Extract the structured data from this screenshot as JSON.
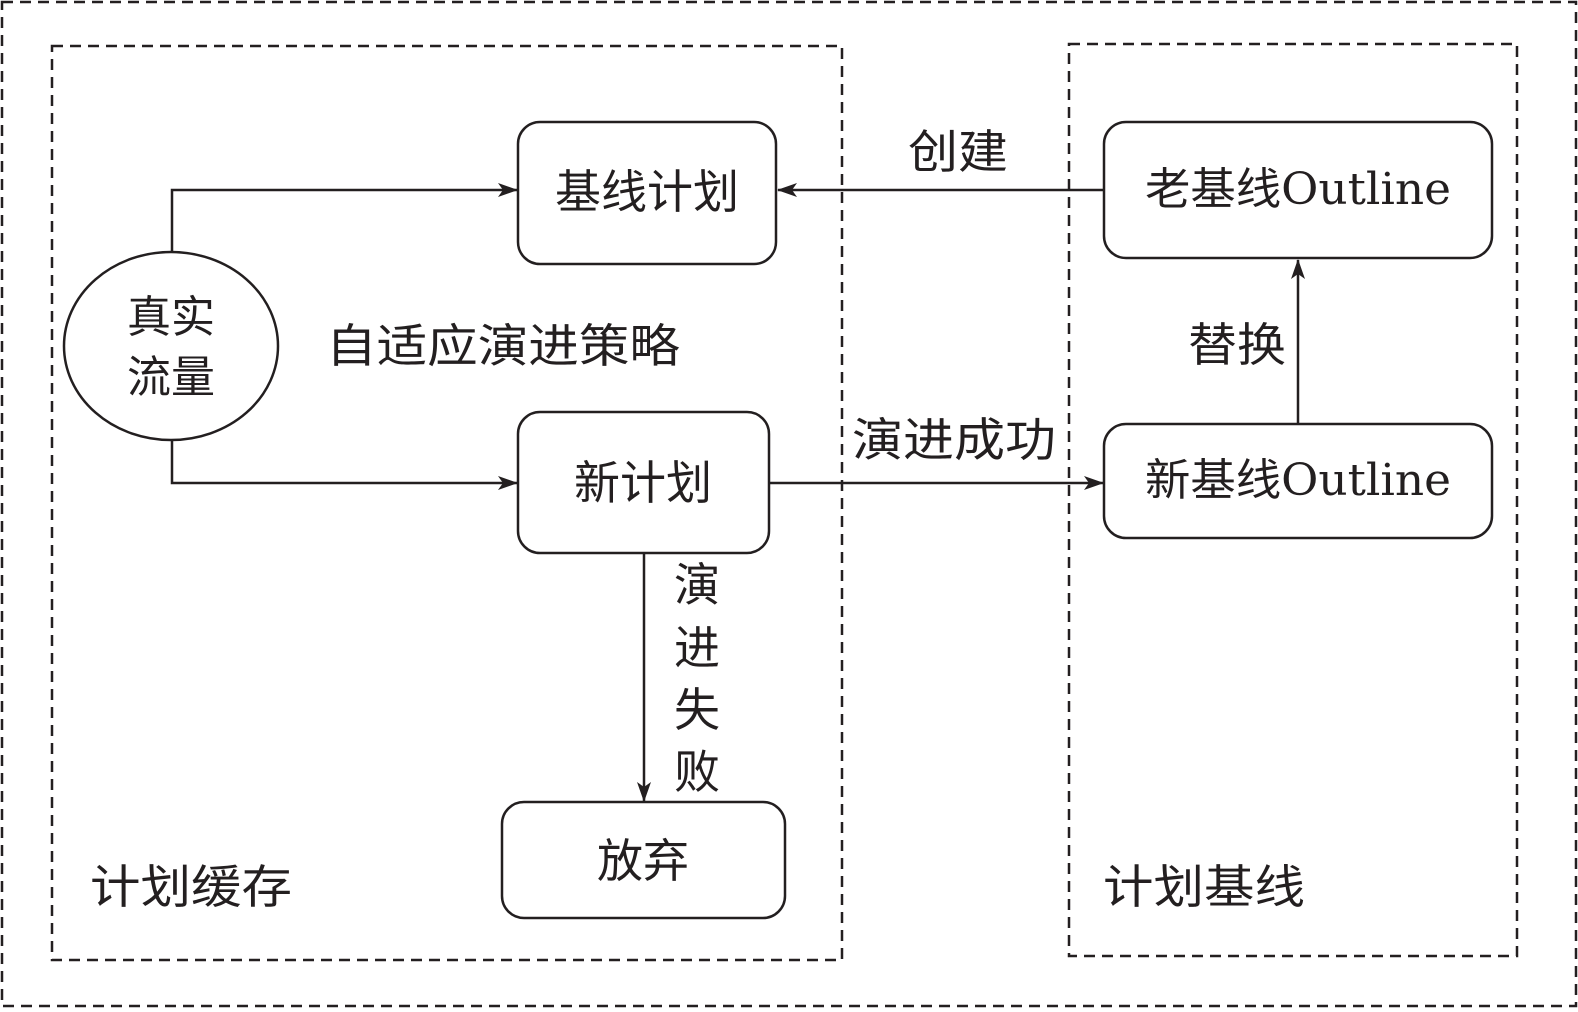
{
  "regions": {
    "plan_cache": "计划缓存",
    "plan_baseline": "计划基线"
  },
  "nodes": {
    "real_traffic_line1": "真实",
    "real_traffic_line2": "流量",
    "baseline_plan": "基线计划",
    "new_plan": "新计划",
    "abandon": "放弃",
    "old_baseline_outline": "老基线Outline",
    "new_baseline_outline": "新基线Outline"
  },
  "labels": {
    "adaptive_strategy": "自适应演进策略",
    "create": "创建",
    "replace": "替换",
    "evolve_success": "演进成功",
    "evolve_fail_1": "演",
    "evolve_fail_2": "进",
    "evolve_fail_3": "失",
    "evolve_fail_4": "败"
  },
  "colors": {
    "stroke": "#231f20",
    "background": "#ffffff"
  }
}
